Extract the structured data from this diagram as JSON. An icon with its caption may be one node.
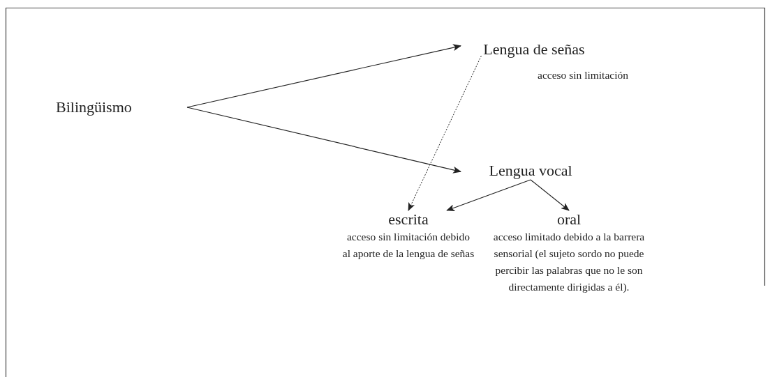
{
  "diagram": {
    "nodes": [
      {
        "text": [
          "Bilingüismo"
        ]
      },
      {
        "text": [
          "Lengua de señas"
        ],
        "beside": [
          "acceso sin limitación"
        ]
      },
      {
        "text": [
          "Lengua vocal"
        ]
      },
      {
        "text": [
          "escrita",
          "acceso sin limitación debido al aporte de la lengua de señas"
        ]
      },
      {
        "text": [
          "oral",
          "acceso limitado debido a la barrera sensorial (el sujeto sordo no puede percibir las palabras que no le son directamente dirigidas a él)."
        ]
      }
    ],
    "edges": [
      {
        "from": 0,
        "to": 1,
        "arrow": "to"
      },
      {
        "from": 0,
        "to": 2,
        "arrow": "to"
      },
      {
        "from": 1,
        "to": 3,
        "arrow": "to",
        "style": "dashed"
      },
      {
        "from": 2,
        "to": 3,
        "arrow": "to"
      },
      {
        "from": 2,
        "to": 4,
        "arrow": "to"
      }
    ]
  }
}
